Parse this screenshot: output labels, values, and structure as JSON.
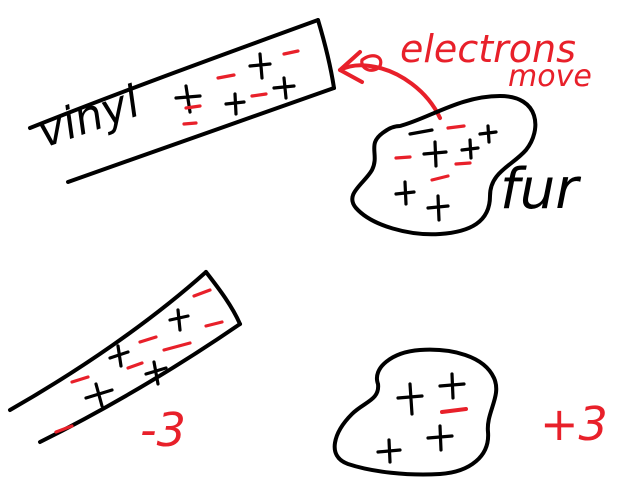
{
  "labels": {
    "vinyl": "vinyl",
    "electrons_line1": "electrons",
    "electrons_line2": "move",
    "fur": "fur",
    "vinyl_charge": "-3",
    "fur_charge": "+3"
  },
  "colors": {
    "ink": "#000000",
    "charge_red": "#e8202a",
    "background": "#ffffff"
  }
}
